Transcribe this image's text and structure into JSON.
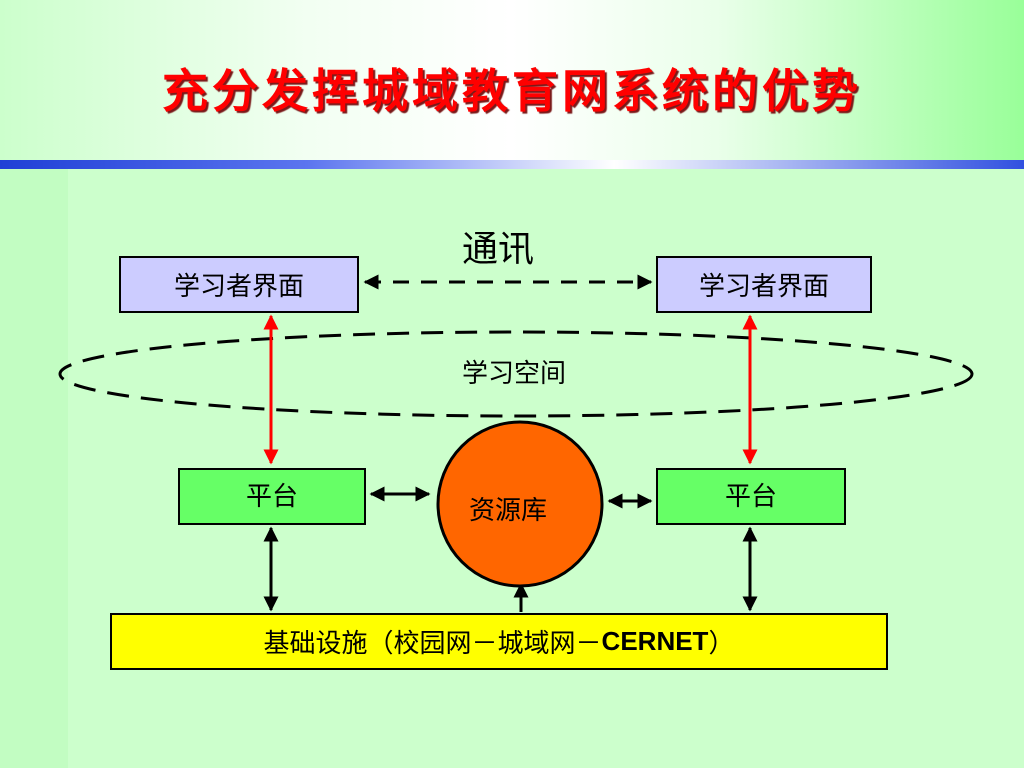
{
  "slide": {
    "title": "充分发挥城域教育网系统的优势"
  },
  "diagram": {
    "communication_label": "通讯",
    "learning_space_label": "学习空间",
    "learner_interface_left": "学习者界面",
    "learner_interface_right": "学习者界面",
    "platform_left": "平台",
    "platform_right": "平台",
    "resource_library": "资源库",
    "infrastructure_prefix": "基础设施（校园网－城域网－",
    "infrastructure_cernet": "CERNET",
    "infrastructure_suffix": "）"
  },
  "colors": {
    "title": "#ff0000",
    "learner_box": "#ccccff",
    "platform_box": "#66ff66",
    "resource_circle": "#ff6600",
    "infrastructure_box": "#ffff00",
    "red_arrows": "#ff0000",
    "background": "#ccffcc"
  }
}
